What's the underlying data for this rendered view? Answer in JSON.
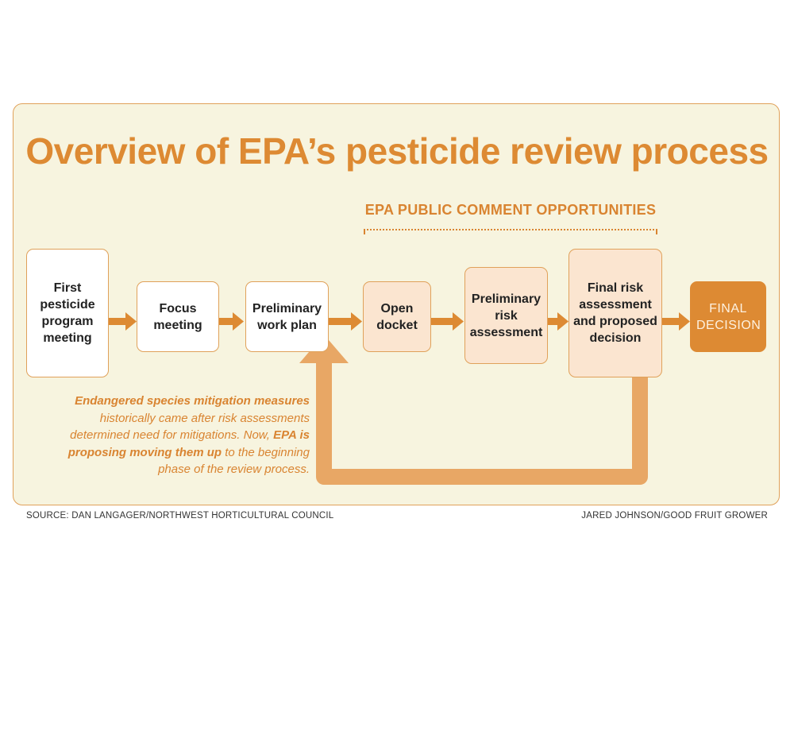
{
  "title": "Overview of EPA’s pesticide review process",
  "comment_label": "EPA PUBLIC COMMENT OPPORTUNITIES",
  "steps": [
    {
      "label": "First pesticide program meeting"
    },
    {
      "label": "Focus meeting"
    },
    {
      "label": "Preliminary work plan"
    },
    {
      "label": "Open docket"
    },
    {
      "label": "Preliminary risk assessment"
    },
    {
      "label": "Final risk assessment and proposed decision"
    },
    {
      "label": "FINAL DECISION"
    }
  ],
  "note": {
    "p1": "Endangered species mitigation measures",
    "p2": " historically came after risk assessments determined need for mitigations. Now, ",
    "p3": "EPA is proposing moving them up",
    "p4": " to the beginning phase of the review process."
  },
  "source": "SOURCE: DAN LANGAGER/NORTHWEST HORTICULTURAL COUNCIL",
  "credit": "JARED JOHNSON/GOOD FRUIT GROWER",
  "colors": {
    "accent": "#dd8a33",
    "loop_arrow": "#e8a765",
    "panel_bg": "#f7f4df",
    "tint_box": "#fbe5d0"
  }
}
